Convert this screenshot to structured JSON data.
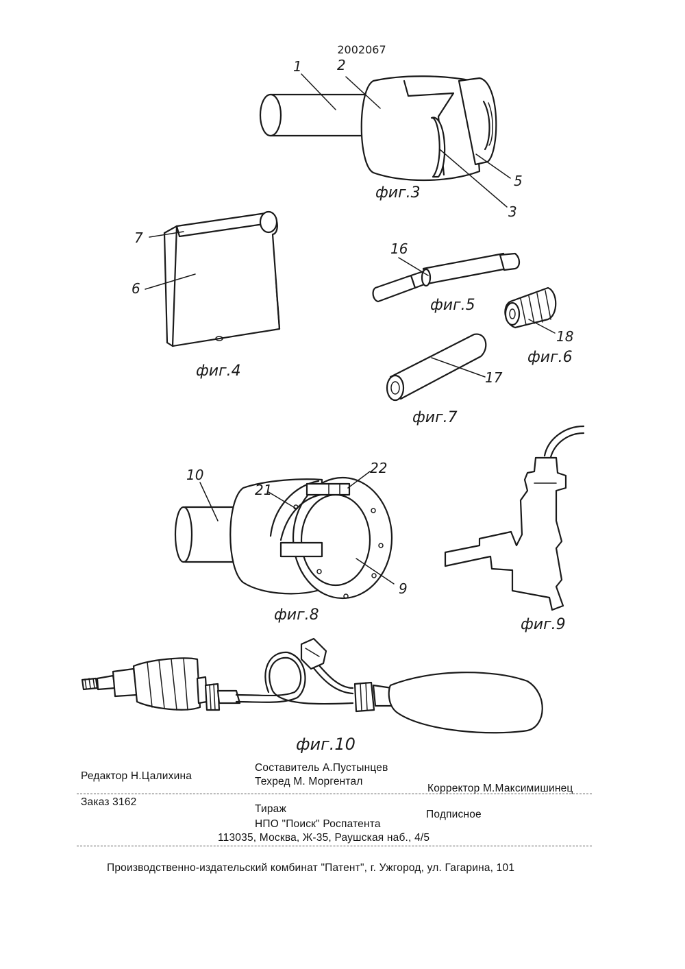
{
  "patent_number": "2002067",
  "figures": {
    "fig3": {
      "caption": "фиг.3",
      "labels": [
        "1",
        "2",
        "5",
        "3"
      ]
    },
    "fig4": {
      "caption": "фиг.4",
      "labels": [
        "7",
        "6"
      ]
    },
    "fig5": {
      "caption": "фиг.5",
      "labels": [
        "16"
      ]
    },
    "fig6": {
      "caption": "фиг.6",
      "labels": [
        "18"
      ]
    },
    "fig7": {
      "caption": "фиг.7",
      "labels": [
        "17"
      ]
    },
    "fig8": {
      "caption": "фиг.8",
      "labels": [
        "10",
        "21",
        "22",
        "9"
      ]
    },
    "fig9": {
      "caption": "фиг.9"
    },
    "fig10": {
      "caption": "фиг.10"
    }
  },
  "colophon": {
    "editor": "Редактор   Н.Цалихина",
    "compiler": "Составитель   А.Пустынцев",
    "techred": "Техред  М. Моргентал",
    "corrector": "Корректор  М.Максимишинец",
    "order": "Заказ 3162",
    "circulation": "Тираж",
    "subscription": "Подписное",
    "org": "НПО \"Поиск\" Роспатента",
    "address": "113035, Москва, Ж-35, Раушская наб., 4/5",
    "printer": "Производственно-издательский комбинат \"Патент\", г. Ужгород, ул. Гагарина, 101"
  }
}
